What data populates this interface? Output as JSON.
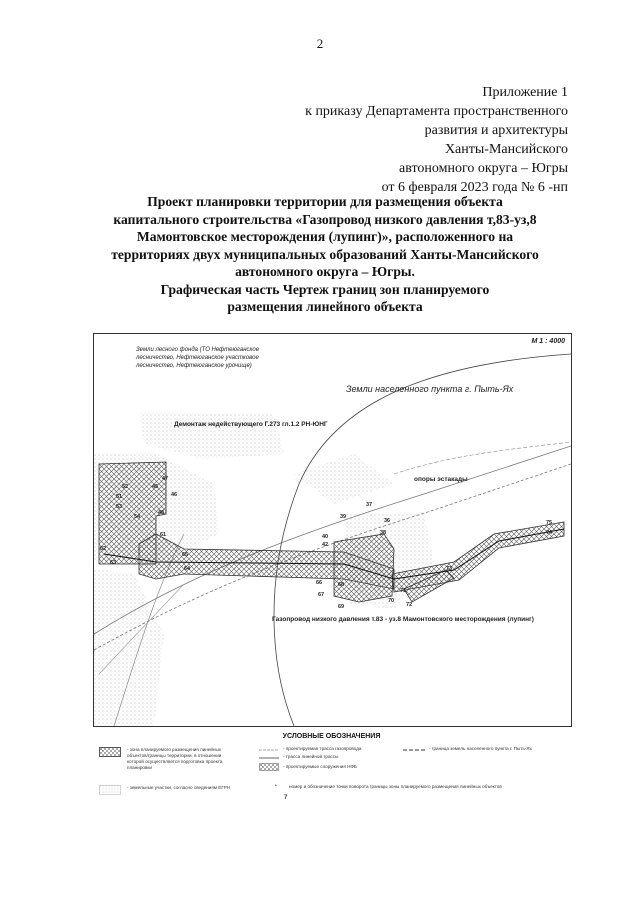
{
  "page_number": "2",
  "appendix": {
    "lines": [
      "Приложение 1",
      "к приказу Департамента пространственного",
      "развития и архитектуры",
      "Ханты-Мансийского",
      "автономного округа – Югры",
      "от 6 февраля  2023 года № 6 -нп"
    ]
  },
  "title": {
    "lines": [
      "Проект планировки территории для размещения объекта",
      "капитального строительства «Газопровод низкого давления т,83-уз,8",
      "Мамонтовское месторождения (лупинг)», расположенного на",
      "территориях двух муниципальных образований Ханты-Мансийского",
      "автономного округа – Югры.",
      "Графическая часть  Чертеж границ зон планируемого",
      "размещения линейного объекта"
    ]
  },
  "map": {
    "scale": "М 1 : 4000",
    "forest_lands": "Земли лесного фонда (ТО Нефтеюганское лесничество, Нефтеюганское участковое лесничество, Нефтеюганское урочище)",
    "settlement_lands": "Земли населенного пункта г. Пыть-Ях",
    "dismantling": "Демонтаж недействующего Г.273 гл.1.2 РН-ЮНГ",
    "supports": "опоры эстакады",
    "pipeline": "Газопровод низкого давления т.83 - уз.8 Мамонтовского месторождения (лупинг)",
    "points": {
      "p45": "45",
      "p46": "46",
      "p47": "47",
      "p48": "48",
      "p51": "51",
      "p52": "52",
      "p53": "53",
      "p54": "54",
      "p61": "61",
      "p62": "62",
      "p63": "63",
      "p64": "64",
      "p65": "65",
      "p36": "36",
      "p37": "37",
      "p38": "38",
      "p39": "39",
      "p40": "40",
      "p42": "42",
      "p66": "66",
      "p67": "67",
      "p68": "68",
      "p69": "69",
      "p70": "70",
      "p71": "71",
      "p72": "72",
      "p73": "73",
      "p74": "74",
      "p75": "75"
    }
  },
  "legend": {
    "title": "УСЛОВНЫЕ ОБОЗНАЧЕНИЯ",
    "zone": "- зона планируемого размещения линейных объектов/границы территории, в отношении которой осуществляется подготовка проекта планировки",
    "parcels": "- земельные участки, согласно сведениям ЕГРН",
    "designed_route": "- проектируемая трасса газопровода",
    "line_route": "- трасса линейной трассы",
    "facilities": "- проектируемые сооружения НФБ",
    "settlement_border": "- граница земель населенного пункта г. Пыть-Ях",
    "points_note": "номер и обозначение точки поворота границы зоны планируемого размещения линейных объектов",
    "points_example": "7"
  },
  "colors": {
    "hatch": "#555555",
    "stipple": "#9a9a9a",
    "line": "#333333"
  }
}
